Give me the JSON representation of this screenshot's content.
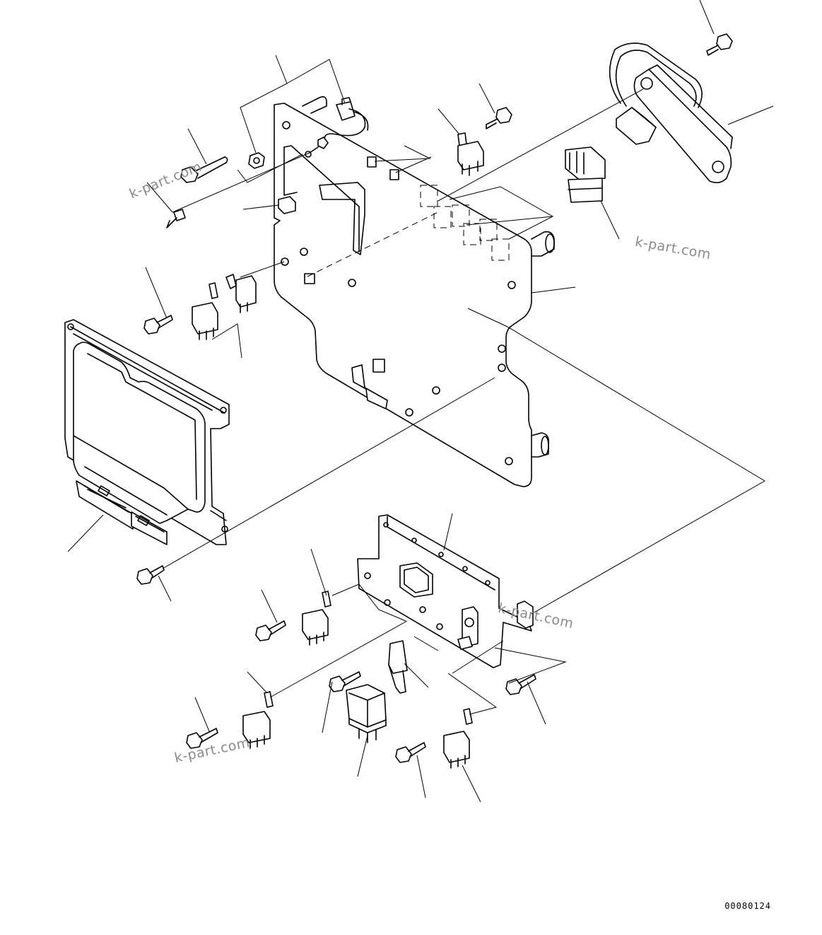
{
  "diagram": {
    "drawing_number": "00080124",
    "watermark_text": "k-part.com",
    "line_color": "#000000",
    "watermark_color": "#8a8a8a",
    "background_color": "#ffffff"
  },
  "watermarks": [
    {
      "id": "wm-1",
      "text": "k-part.com"
    },
    {
      "id": "wm-2",
      "text": "k-part.com"
    },
    {
      "id": "wm-3",
      "text": "k-part.com"
    },
    {
      "id": "wm-4",
      "text": "k-part.com"
    }
  ]
}
